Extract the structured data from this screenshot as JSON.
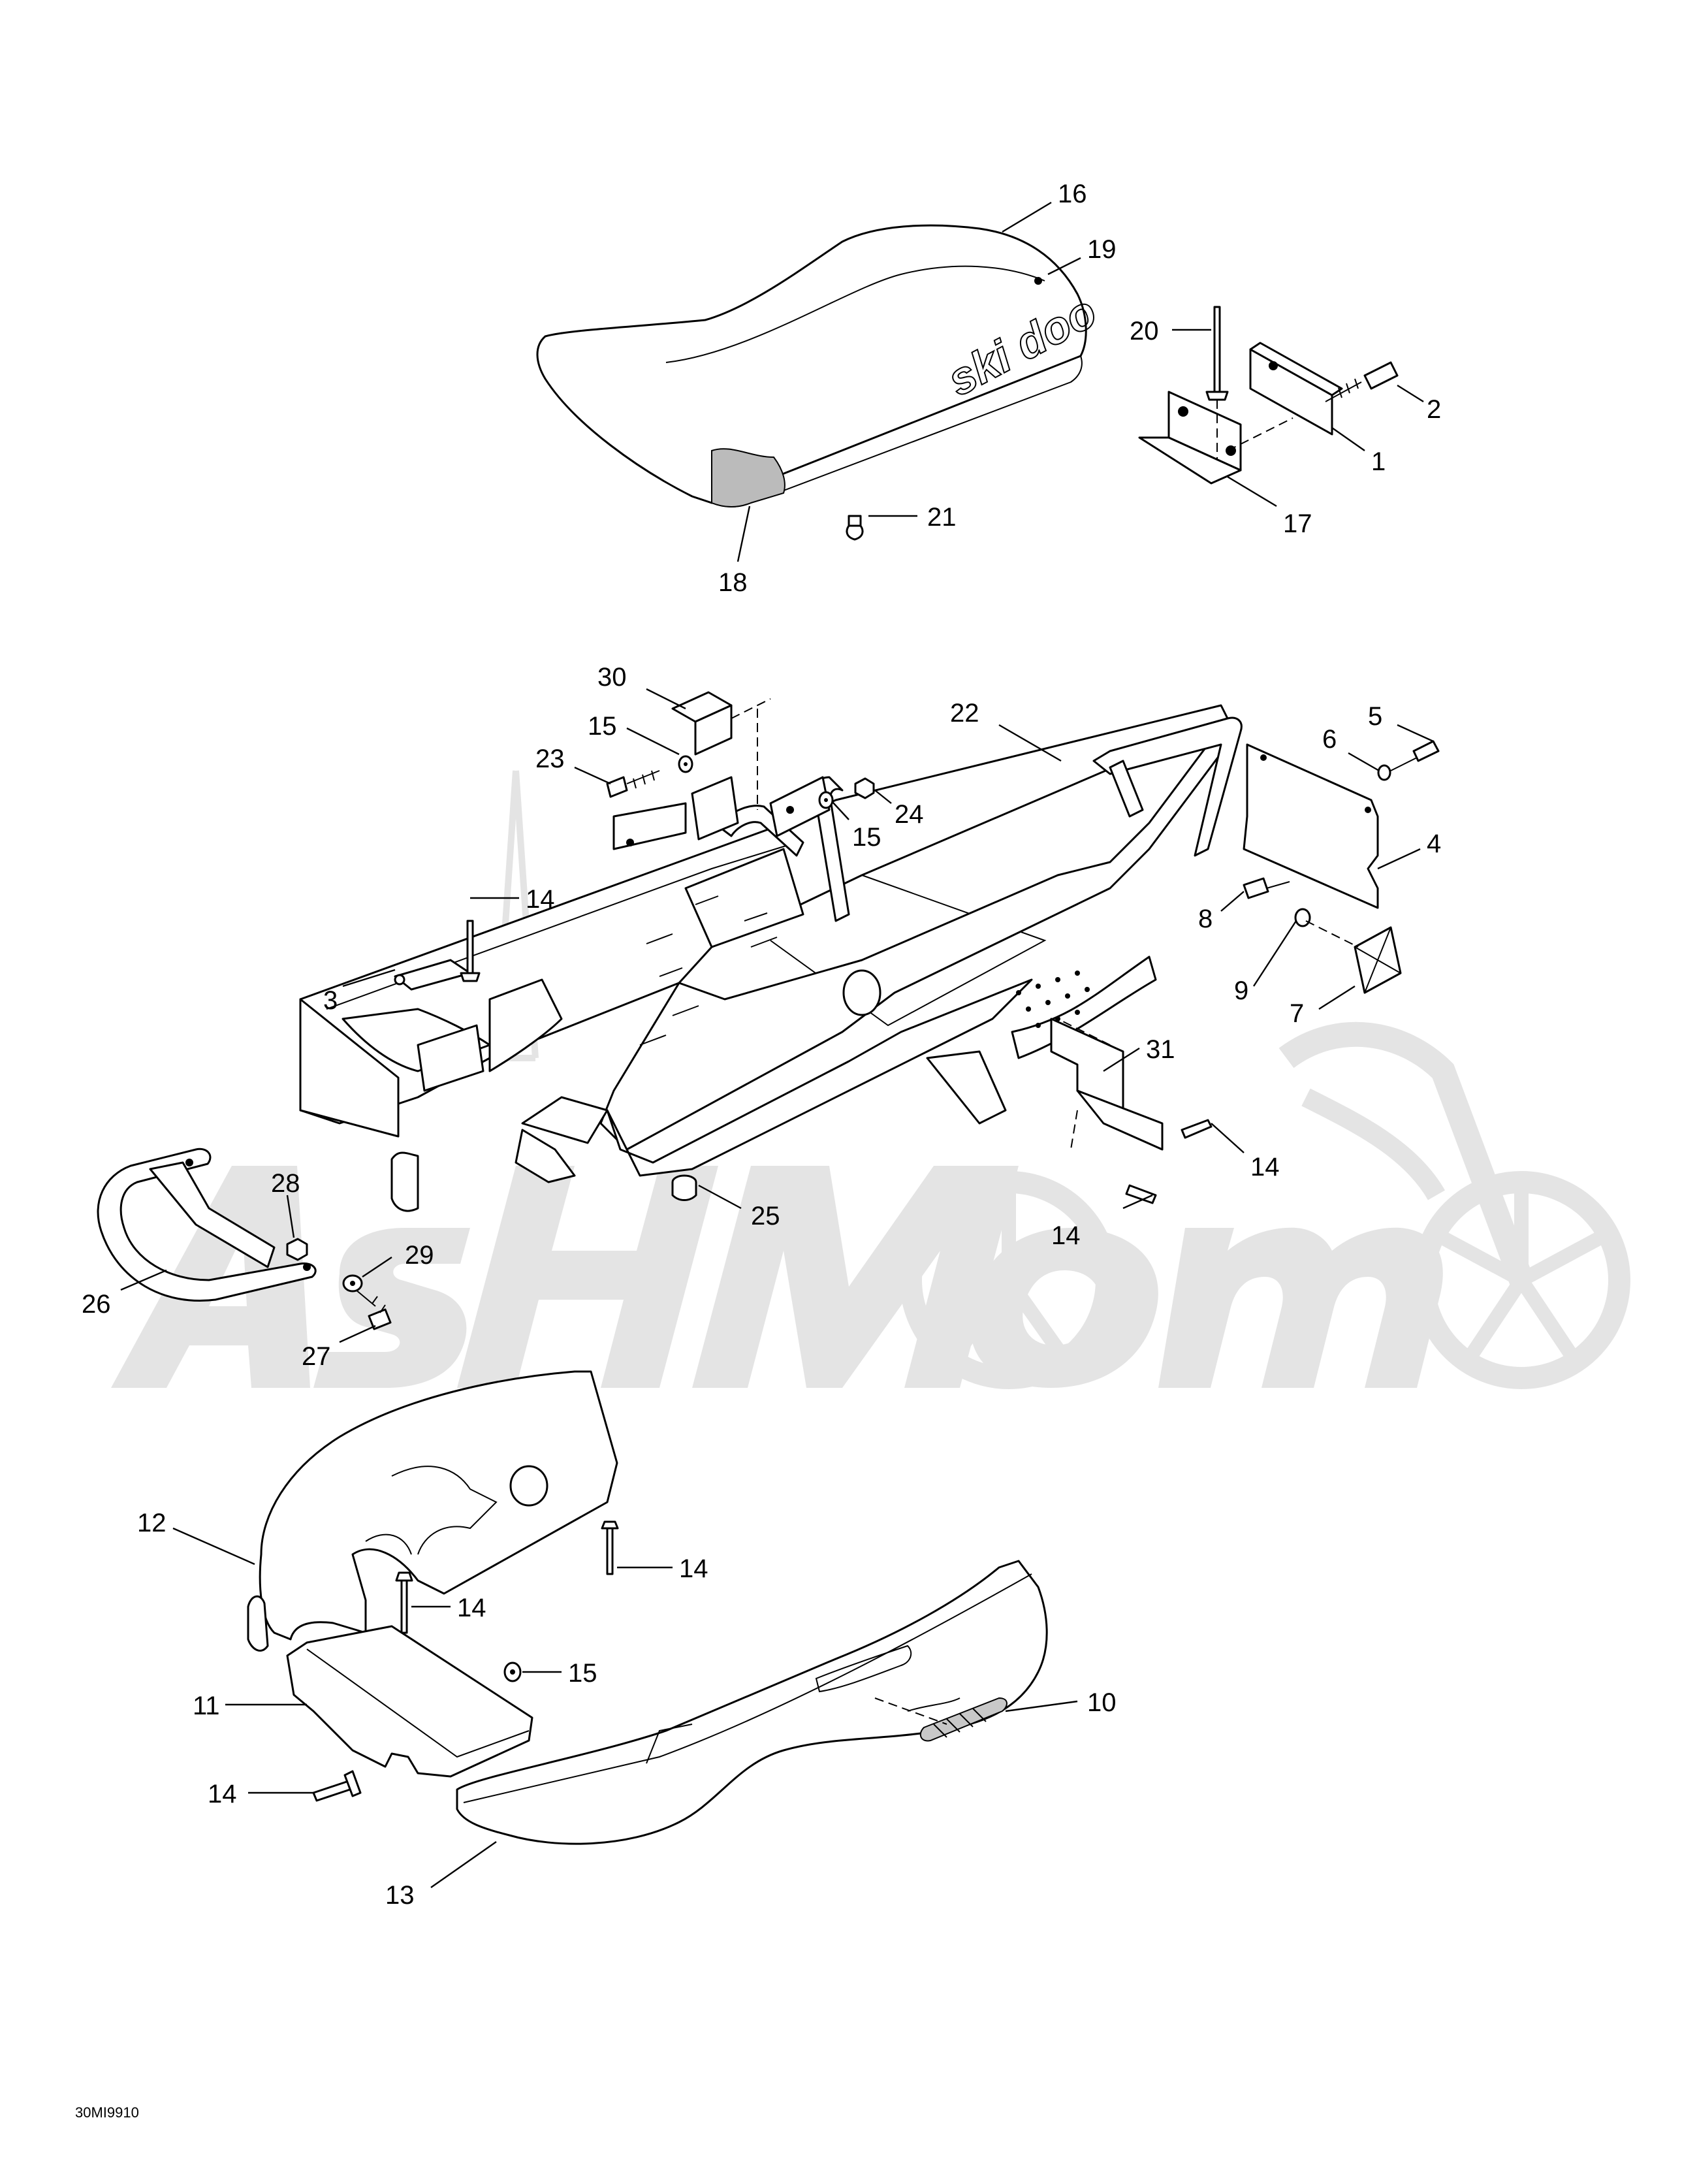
{
  "diagram": {
    "drawing_code": "30MI9910",
    "seat_logo": "ski doo",
    "watermark": "AshMoto",
    "colors": {
      "line": "#000000",
      "watermark": "#e4e4e4",
      "background": "#ffffff"
    },
    "callouts": [
      {
        "id": "c1",
        "label": "1"
      },
      {
        "id": "c2",
        "label": "2"
      },
      {
        "id": "c3",
        "label": "3"
      },
      {
        "id": "c4",
        "label": "4"
      },
      {
        "id": "c5",
        "label": "5"
      },
      {
        "id": "c6",
        "label": "6"
      },
      {
        "id": "c7",
        "label": "7"
      },
      {
        "id": "c8",
        "label": "8"
      },
      {
        "id": "c9",
        "label": "9"
      },
      {
        "id": "c10",
        "label": "10"
      },
      {
        "id": "c11",
        "label": "11"
      },
      {
        "id": "c12",
        "label": "12"
      },
      {
        "id": "c13",
        "label": "13"
      },
      {
        "id": "c14a",
        "label": "14"
      },
      {
        "id": "c14b",
        "label": "14"
      },
      {
        "id": "c14c",
        "label": "14"
      },
      {
        "id": "c14d",
        "label": "14"
      },
      {
        "id": "c14e",
        "label": "14"
      },
      {
        "id": "c14f",
        "label": "14"
      },
      {
        "id": "c15a",
        "label": "15"
      },
      {
        "id": "c15b",
        "label": "15"
      },
      {
        "id": "c15c",
        "label": "15"
      },
      {
        "id": "c16",
        "label": "16"
      },
      {
        "id": "c17",
        "label": "17"
      },
      {
        "id": "c18",
        "label": "18"
      },
      {
        "id": "c19",
        "label": "19"
      },
      {
        "id": "c20",
        "label": "20"
      },
      {
        "id": "c21",
        "label": "21"
      },
      {
        "id": "c22",
        "label": "22"
      },
      {
        "id": "c23",
        "label": "23"
      },
      {
        "id": "c24",
        "label": "24"
      },
      {
        "id": "c25",
        "label": "25"
      },
      {
        "id": "c26",
        "label": "26"
      },
      {
        "id": "c27",
        "label": "27"
      },
      {
        "id": "c28",
        "label": "28"
      },
      {
        "id": "c29",
        "label": "29"
      },
      {
        "id": "c30",
        "label": "30"
      },
      {
        "id": "c31",
        "label": "31"
      }
    ]
  }
}
